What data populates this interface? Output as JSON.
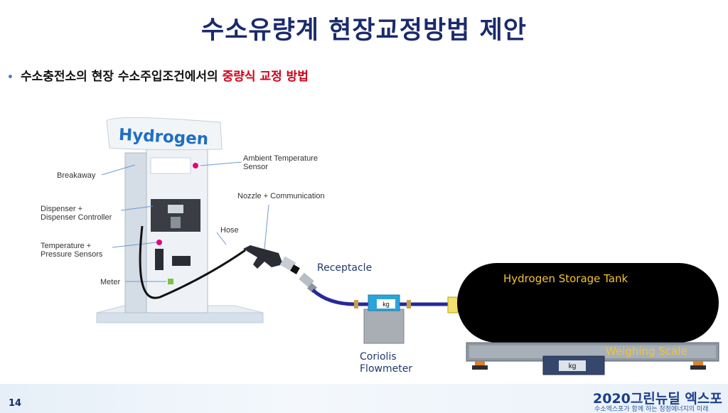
{
  "slide": {
    "title": "수소유량계 현장교정방법 제안",
    "bullet_text": "수소충전소의 현장 수소주입조건에서의 ",
    "bullet_highlight": "중량식 교정 방법",
    "page_number": "14",
    "accent_color": "#1a2a6c",
    "highlight_color": "#d0021b"
  },
  "diagram": {
    "sign_text": "Hydrogen",
    "labels": {
      "breakaway": "Breakaway",
      "ambient_1": "Ambient Temperature",
      "ambient_2": "Sensor",
      "nozzle": "Nozzle + Communication",
      "dispenser_1": "Dispenser +",
      "dispenser_2": "Dispenser Controller",
      "hose": "Hose",
      "temp_1": "Temperature +",
      "temp_2": "Pressure Sensors",
      "meter": "Meter",
      "receptacle": "Receptacle",
      "coriolis_1": "Coriolis",
      "coriolis_2": "Flowmeter",
      "tank": "Hydrogen Storage Tank",
      "scale": "Weighing Scale",
      "kg_meter": "kg",
      "kg_scale": "kg"
    }
  },
  "footer": {
    "logo_title": "2020그린뉴딜 엑스포",
    "logo_subtitle": "수소엑스포가 함께 하는 청정에너지의 미래"
  }
}
